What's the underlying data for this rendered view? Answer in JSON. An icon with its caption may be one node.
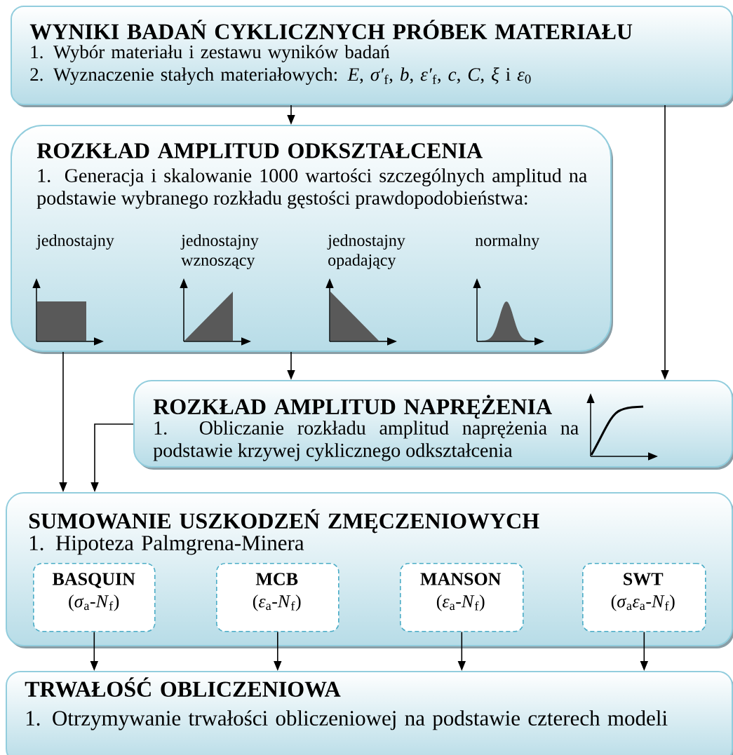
{
  "diagram": {
    "nodes": [
      {
        "text": [
          "WYNIKI BADAŃ CYKLICZNYCH PRÓBEK MATERIAŁU",
          "1. Wybór materiału i zestawu wyników badań",
          "2. Wyznaczenie stałych materiałowych: *E*, *σ′*$_{f}$, *b*, *ε′*$_{f}$, *c*, *C*, *ξ* i *ε*$_{0}$"
        ]
      },
      {
        "text": [
          "ROZKŁAD AMPLITUD ODKSZTAŁCENIA",
          "1. Generacja i skalowanie 1000 wartości szczególnych amplitud na podstawie wybranego rozkładu gęstości prawdopodobieństwa:"
        ]
      },
      {
        "text": [
          "ROZKŁAD AMPLITUD NAPRĘŻENIA",
          "1. Obliczanie rozkładu amplitud naprężenia na podstawie krzywej cyklicznego odkształcenia"
        ]
      },
      {
        "text": [
          "SUMOWANIE USZKODZEŃ ZMĘCZENIOWYCH",
          "1. Hipoteza Palmgrena-Minera"
        ]
      },
      {
        "text": [
          "BASQUIN",
          "(*σ*$_{a}$-*N*$_{f}$)"
        ],
        "in": 3
      },
      {
        "text": [
          "MCB",
          "(*ε*$_{a}$-*N*$_{f}$)"
        ],
        "in": 3
      },
      {
        "text": [
          "MANSON",
          "(*ε*$_{a}$-*N*$_{f}$)"
        ],
        "in": 3
      },
      {
        "text": [
          "SWT",
          "(*σ*$_{a}$*ε*$_{a}$-*N*$_{f}$)"
        ],
        "in": 3
      },
      {
        "text": [
          "TRWAŁOŚĆ OBLICZENIOWA",
          "1. Otrzymywanie trwałości obliczeniowej na podstawie czterech modeli"
        ]
      }
    ],
    "edges": [
      {
        "from": 0,
        "to": 1,
        "arrow": "to"
      },
      {
        "from": 0,
        "to": 2,
        "arrow": "to"
      },
      {
        "from": 1,
        "to": 2,
        "arrow": "to"
      },
      {
        "from": 1,
        "to": 3,
        "arrow": "to"
      },
      {
        "from": 2,
        "to": 3,
        "arrow": "to"
      },
      {
        "from": 4,
        "to": 8,
        "arrow": "to"
      },
      {
        "from": 5,
        "to": 8,
        "arrow": "to"
      },
      {
        "from": 6,
        "to": 8,
        "arrow": "to"
      },
      {
        "from": 7,
        "to": 8,
        "arrow": "to"
      }
    ],
    "labels": [
      "jednostajny",
      "jednostajny wznoszący",
      "jednostajny opadający",
      "normalny"
    ]
  }
}
